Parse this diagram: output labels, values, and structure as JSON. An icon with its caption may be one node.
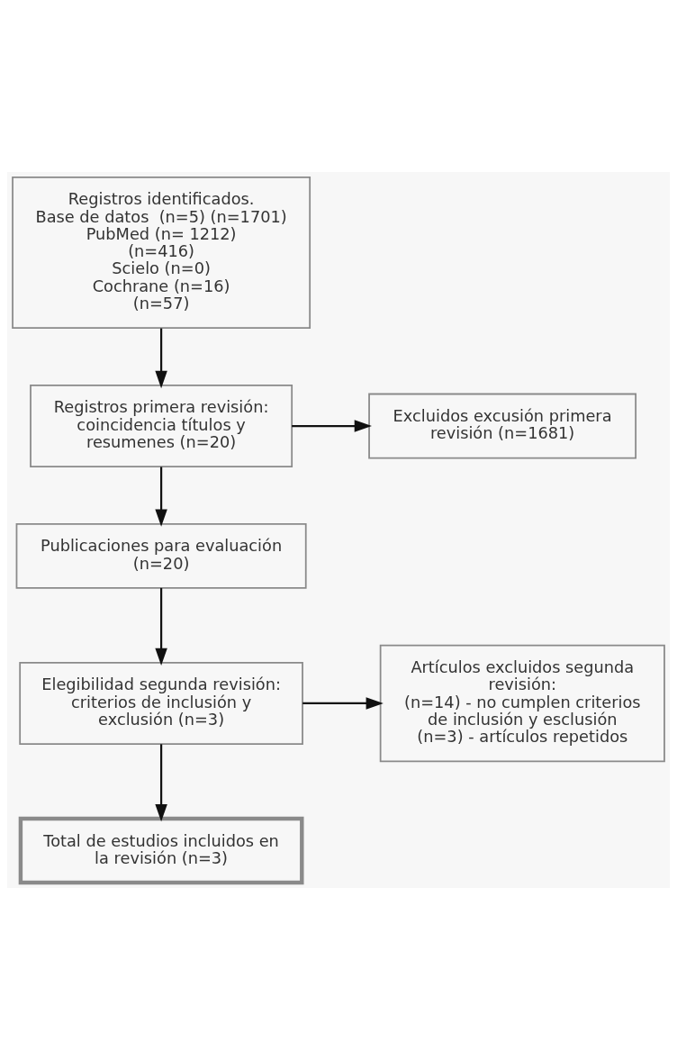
{
  "diagram": {
    "nodes": [
      {
        "text": [
          "Registros identificados.",
          "Base de datos  (n=5) (n=1701)",
          "PubMed (n= 1212)",
          "(n=416)",
          "Scielo (n=0)",
          "Cochrane (n=16)",
          "(n=57)"
        ]
      },
      {
        "text": [
          "Registros primera revisión: coincidencia títulos y resumenes (n=20)"
        ]
      },
      {
        "text": [
          "Excluidos excusión primera revisión (n=1681)"
        ]
      },
      {
        "text": [
          "Publicaciones para evaluación  (n=20)"
        ]
      },
      {
        "text": [
          "Elegibilidad segunda revisión: criterios de inclusión y exclusión (n=3)"
        ]
      },
      {
        "text": [
          "Artículos excluidos segunda revisión:",
          "(n=14) - no cumplen criterios de inclusión y esclusión",
          "(n=3) - artículos repetidos"
        ]
      },
      {
        "text": [
          "Total de estudios incluidos en la revisión (n=3)"
        ]
      }
    ],
    "edges": [
      {
        "from": 0,
        "to": 1,
        "arrow": "to"
      },
      {
        "from": 1,
        "to": 2,
        "arrow": "to"
      },
      {
        "from": 1,
        "to": 3,
        "arrow": "to"
      },
      {
        "from": 3,
        "to": 4,
        "arrow": "to"
      },
      {
        "from": 4,
        "to": 5,
        "arrow": "to"
      },
      {
        "from": 4,
        "to": 6,
        "arrow": "to"
      }
    ]
  }
}
